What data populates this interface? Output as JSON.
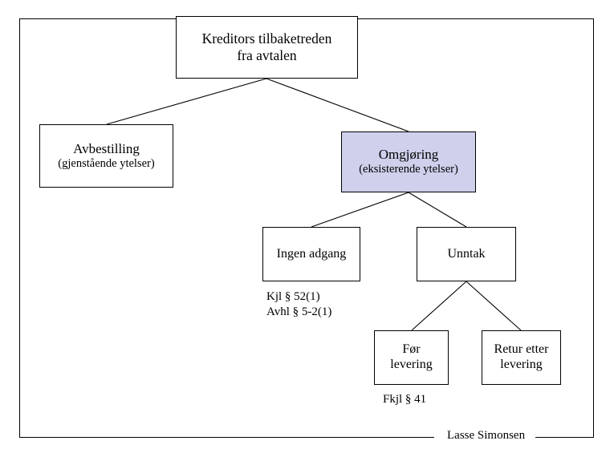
{
  "diagram": {
    "title": "Kreditors tilbaketreden fra avtalen",
    "nodes": {
      "root": {
        "line1": "Kreditors tilbaketreden",
        "line2": "fra avtalen"
      },
      "avbestilling": {
        "line1": "Avbestilling",
        "line2": "(gjenstående ytelser)"
      },
      "omgjoring": {
        "line1": "Omgjøring",
        "line2": "(eksisterende ytelser)",
        "fill_color": "#CED0EC"
      },
      "ingen_adgang": {
        "line1": "Ingen adgang"
      },
      "unntak": {
        "line1": "Unntak"
      },
      "for_levering": {
        "line1": "Før",
        "line2": "levering"
      },
      "retur_etter_levering": {
        "line1": "Retur etter",
        "line2": "levering"
      }
    },
    "annotations": {
      "ingen_adgang_refs": {
        "line1": "Kjl § 52(1)",
        "line2": "Avhl § 5-2(1)"
      },
      "for_levering_ref": {
        "line1": "Fkjl § 41"
      }
    },
    "author": "Lasse Simonsen",
    "stroke_color": "#000000",
    "background_color": "#FFFFFF"
  }
}
